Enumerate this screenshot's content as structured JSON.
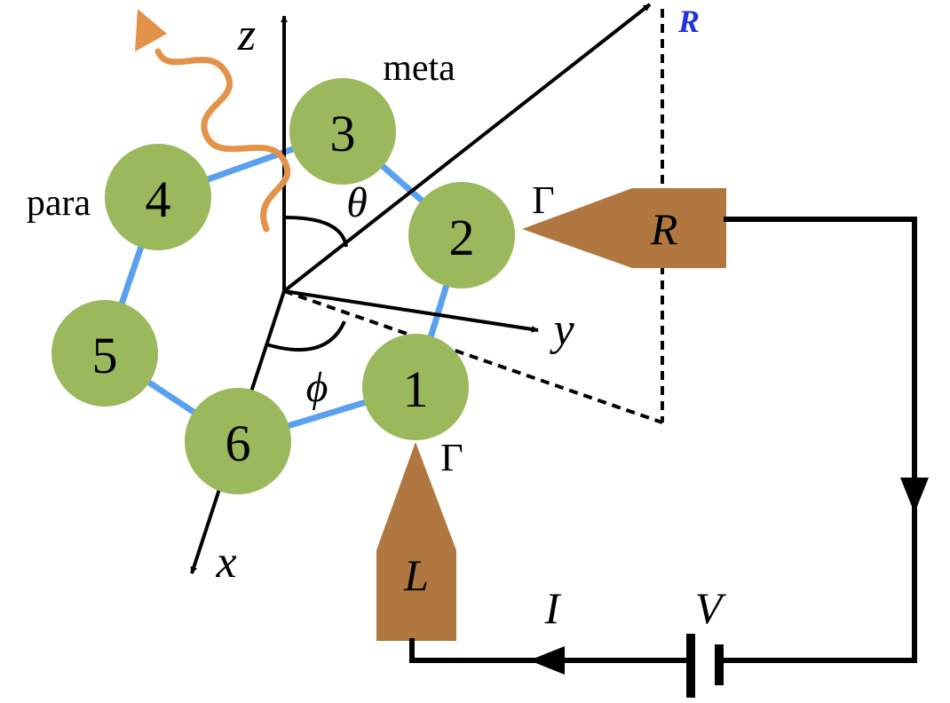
{
  "axes": {
    "z": "z",
    "y": "y",
    "x": "x"
  },
  "angles": {
    "theta": "θ",
    "phi": "ϕ"
  },
  "vector_label": "R",
  "site_labels": {
    "meta": "meta",
    "para": "para"
  },
  "sites": [
    {
      "number": "1",
      "label": "1"
    },
    {
      "number": "2",
      "label": "2"
    },
    {
      "number": "3",
      "label": "3"
    },
    {
      "number": "4",
      "label": "4"
    },
    {
      "number": "5",
      "label": "5"
    },
    {
      "number": "6",
      "label": "6"
    }
  ],
  "couplings": {
    "gamma_right": "Γ",
    "gamma_left": "Γ"
  },
  "electrodes": {
    "right": "R",
    "left": "L"
  },
  "circuit": {
    "current": "I",
    "voltage": "V"
  },
  "colors": {
    "site_fill": "#9bb85c",
    "bond": "#5aa0f0",
    "electrode": "#b07840",
    "photon": "#e3924a",
    "vector_label": "#2233dd",
    "line": "#000000"
  }
}
